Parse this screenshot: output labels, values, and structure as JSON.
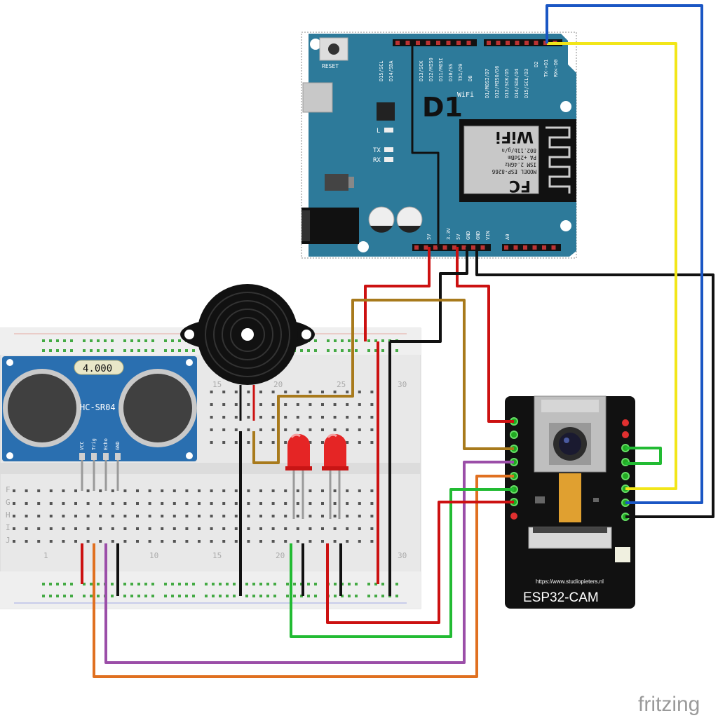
{
  "d1_board": {
    "reset_label": "RESET",
    "title": "D1",
    "wifi_small": "WiFi",
    "led_l": "L",
    "led_tx": "TX",
    "led_rx": "RX",
    "top_pins": [
      "D15/SCL",
      "D14/SDA",
      "D13/SCK",
      "D12/MISO",
      "D11/MOSI",
      "D10/SS",
      "TX1/D9",
      "D8",
      "D1/MOSI/D7",
      "D12/MISO/D6",
      "D13/SCK/D5",
      "D14/SDA/D4",
      "D15/SCL/D3",
      "D2",
      "TX->D1",
      "RX<-D0"
    ],
    "bottom_pins": [
      "5V",
      "3.3V",
      "5V",
      "GND",
      "GND",
      "VIN",
      "A0"
    ],
    "module": {
      "brand": "FC",
      "line1": "MODEL  ESP-8266",
      "line2": "ISM 2.4GHz",
      "line3": "PA +25dBm",
      "line4": "802.11b/g/n",
      "wifi": "WiFi"
    }
  },
  "ultrasonic": {
    "model": "HC-SR04",
    "crystal": "4.000",
    "pins": [
      "VCC",
      "Trig",
      "Echo",
      "GND"
    ]
  },
  "breadboard": {
    "col_labels_top": [
      "15",
      "20",
      "25",
      "30"
    ],
    "col_labels_bottom": [
      "1",
      "10",
      "15",
      "20",
      "30"
    ],
    "row_labels": [
      "F",
      "G",
      "H",
      "I",
      "J"
    ]
  },
  "esp32cam": {
    "url": "https://www.studiopieters.nl",
    "name": "ESP32-CAM"
  },
  "watermark": "fritzing",
  "colors": {
    "board_blue": "#2d7a9a",
    "wire_red": "#cc1111",
    "wire_black": "#111111",
    "wire_yellow": "#f2e619",
    "wire_blue": "#1a56c4",
    "wire_brown": "#a87a1c",
    "wire_green": "#22bb33",
    "wire_purple": "#9b4ea8",
    "wire_orange": "#e07020"
  }
}
